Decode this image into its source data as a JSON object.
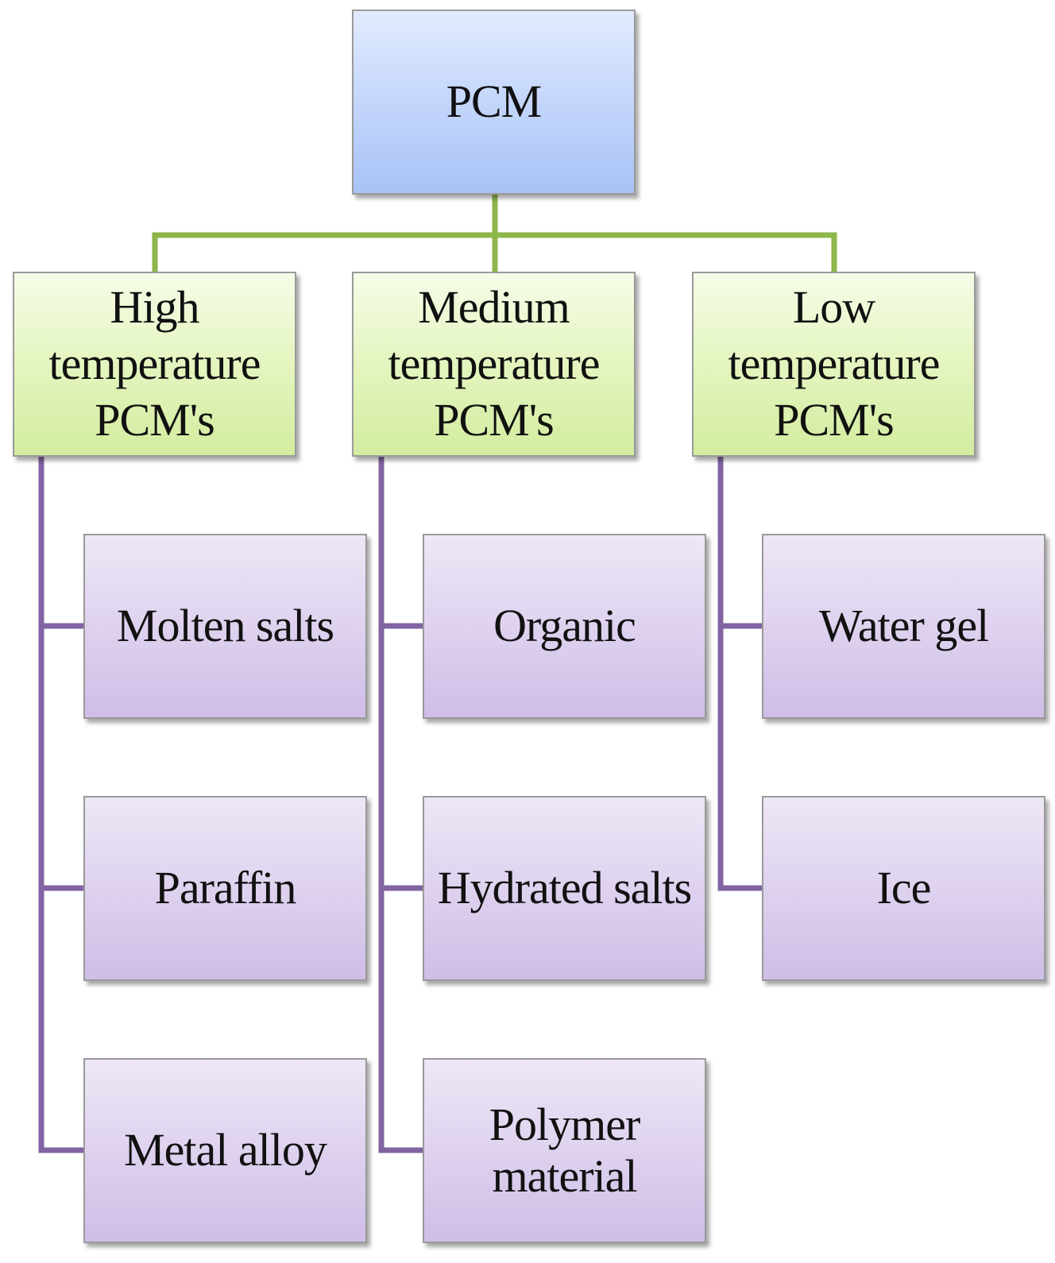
{
  "root": {
    "label": "PCM"
  },
  "categories": [
    {
      "label": "High\ntemperature\nPCM's",
      "items": [
        "Molten salts",
        "Paraffin",
        "Metal alloy"
      ]
    },
    {
      "label": "Medium\ntemperature\nPCM's",
      "items": [
        "Organic",
        "Hydrated salts",
        "Polymer\nmaterial"
      ]
    },
    {
      "label": "Low\ntemperature\nPCM's",
      "items": [
        "Water gel",
        "Ice"
      ]
    }
  ],
  "colors": {
    "root_fill": "#bcd1fa",
    "category_fill": "#e2f4bb",
    "item_fill": "#dccfed",
    "green_connector": "#8db64b",
    "purple_connector": "#8264a2"
  }
}
